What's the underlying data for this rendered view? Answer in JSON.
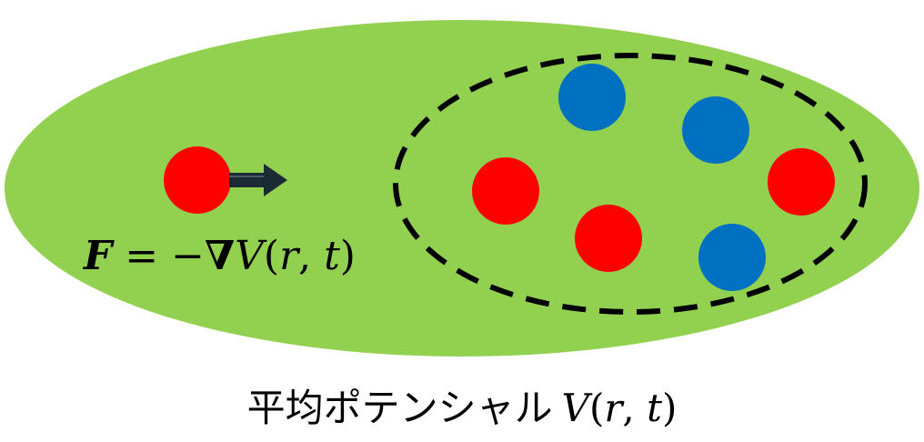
{
  "colors": {
    "background": "#ffffff",
    "field": "#92d050",
    "red_particle": "#ff0000",
    "blue_particle": "#0070c0",
    "outline": "#000000",
    "arrow": "#1a2b35"
  },
  "labels": {
    "force_equation": "F = −∇V(r, t)",
    "force_F": "F",
    "force_rest": " = −",
    "force_nabla": "∇",
    "force_V": "V",
    "force_paren_open": "(",
    "force_r": "r",
    "force_comma": ", ",
    "force_t": "t",
    "force_paren_close": ")",
    "caption_jp": "平均ポテンシャル",
    "caption_V": "V",
    "caption_paren_open": "(",
    "caption_r": "r",
    "caption_comma": ", ",
    "caption_t": "t",
    "caption_paren_close": ")"
  },
  "particles": {
    "probe": {
      "color": "red"
    },
    "cluster": [
      {
        "color": "blue"
      },
      {
        "color": "blue"
      },
      {
        "color": "red"
      },
      {
        "color": "red"
      },
      {
        "color": "red"
      },
      {
        "color": "blue"
      }
    ]
  }
}
